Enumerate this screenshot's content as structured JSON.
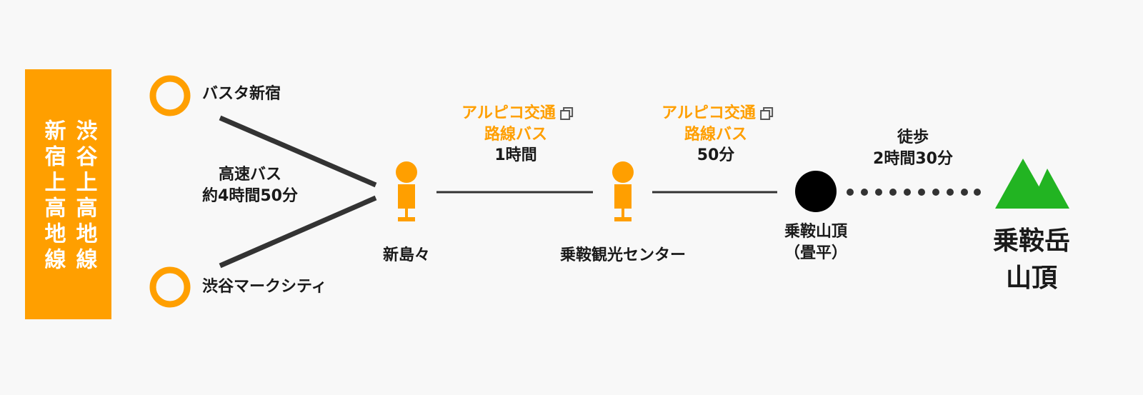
{
  "route": {
    "name_line1": "渋谷上高地線",
    "name_line2": "新宿上高地線",
    "color": "#ff9f00"
  },
  "origins": [
    {
      "name": "バスタ新宿"
    },
    {
      "name": "渋谷マークシティ"
    }
  ],
  "legs": {
    "express": {
      "mode": "高速バス",
      "duration": "約4時間50分"
    },
    "bus1": {
      "operator": "アルピコ交通",
      "line": "路線バス",
      "duration": "1時間"
    },
    "bus2": {
      "operator": "アルピコ交通",
      "line": "路線バス",
      "duration": "50分"
    },
    "walk": {
      "mode": "徒歩",
      "duration": "2時間30分"
    }
  },
  "stops": {
    "shinshimashima": "新島々",
    "kanko_center": "乗鞍観光センター",
    "summit_stop": "乗鞍山頂",
    "summit_stop_sub": "（畳平）"
  },
  "destination": {
    "line1": "乗鞍岳",
    "line2": "山頂",
    "color": "#22b422"
  },
  "icons": {
    "origin": "ring-icon",
    "bus_stop": "bus-stop-icon",
    "summit": "black-dot-icon",
    "mountain": "mountain-icon",
    "external_link": "external-link-icon"
  }
}
